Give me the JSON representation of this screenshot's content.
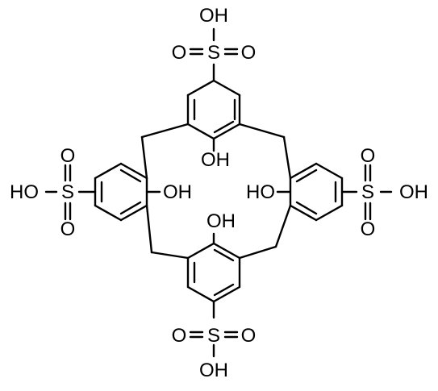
{
  "molecule": {
    "colors": {
      "bond": "#000000",
      "label": "#000000",
      "background": "#ffffff"
    },
    "labels": {
      "top_oh": "OH",
      "top_o_left": "O",
      "top_s": "S",
      "top_o_right": "O",
      "upper_oh": "OH",
      "left_oh": "OH",
      "right_ho": "HO",
      "lower_oh": "OH",
      "left_ho": "HO",
      "left_s": "S",
      "left_o_up": "O",
      "left_o_down": "O",
      "right_s": "S",
      "right_oh": "OH",
      "right_o_up": "O",
      "right_o_down": "O",
      "bottom_s": "S",
      "bottom_o_left": "O",
      "bottom_o_right": "O",
      "bottom_oh": "OH"
    }
  }
}
